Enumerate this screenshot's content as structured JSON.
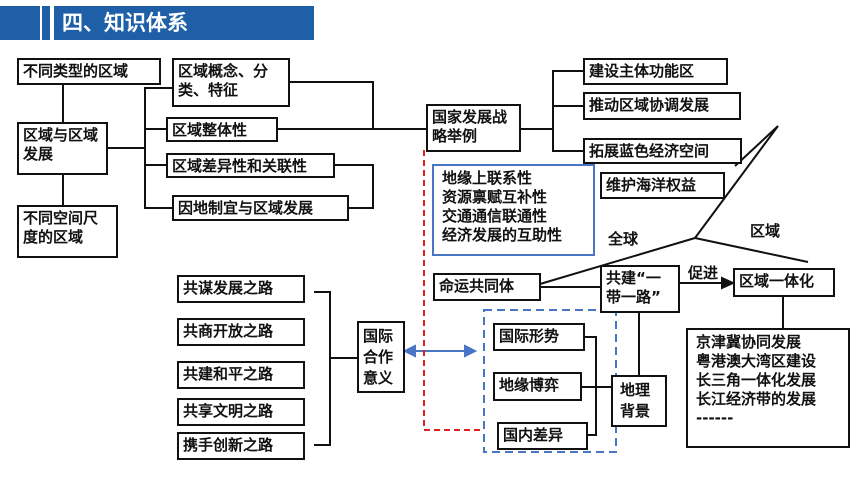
{
  "header": {
    "title": "四、知识体系",
    "accent_color": "#1f5fa8"
  },
  "nodes": {
    "diff_type_region": "不同类型的区域",
    "region_dev": "区域与区域发展",
    "diff_scale_region": "不同空间尺度的区域",
    "region_concept": "区域概念、分类、特征",
    "region_whole": "区域整体性",
    "region_diff_link": "区域差异性和关联性",
    "local_adapt": "因地制宜与区域发展",
    "national_strategy": "国家发展战略举例",
    "main_function": "建设主体功能区",
    "coord_dev": "推动区域协调发展",
    "blue_economy": "拓展蓝色经济空间",
    "ocean_rights": "维护海洋权益",
    "ties_lines": [
      "地缘上联系性",
      "资源禀赋互补性",
      "交通通信联通性",
      "经济发展的互助性"
    ],
    "label_global": "全球",
    "label_region": "区域",
    "label_promote": "促进",
    "community": "命运共同体",
    "belt_road": "共建“一带一路”",
    "region_integration": "区域一体化",
    "integration_examples": [
      "京津冀协同发展",
      "粤港澳大湾区建设",
      "长三角一体化发展",
      "长江经济带的发展",
      "------"
    ],
    "road_dev": "共谋发展之路",
    "road_open": "共商开放之路",
    "road_peace": "共建和平之路",
    "road_culture": "共享文明之路",
    "road_innov": "携手创新之路",
    "intl_meaning": "国际合作意义",
    "intl_situation": "国际形势",
    "geo_game": "地缘博弈",
    "domestic_diff": "国内差异",
    "geo_background": "地理背景"
  }
}
